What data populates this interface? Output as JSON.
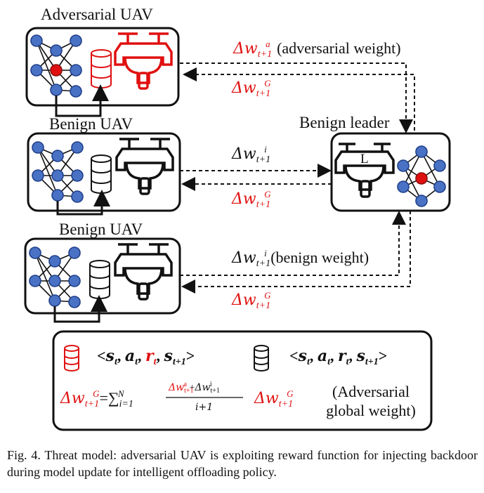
{
  "labels": {
    "adversarial_uav": "Adversarial UAV",
    "benign_uav_1": "Benign UAV",
    "benign_uav_2": "Benign UAV",
    "benign_leader": "Benign leader",
    "leader_marker": "L"
  },
  "arrows": {
    "top_right": "(adversarial weight)",
    "mid_right": "(benign weight)"
  },
  "legend": {
    "tuple": [
      "<",
      "s",
      "t",
      ",",
      "a",
      "t",
      ",",
      "r",
      "t",
      ",",
      "s",
      "t+1",
      ">"
    ],
    "adversarial_global_weight": "(Adversarial global weight)"
  },
  "caption": {
    "text": "Fig. 4.    Threat model: adversarial UAV is exploiting reward function for injecting backdoor during model update for intelligent offloading policy."
  },
  "colors": {
    "adversarial": "#e01010",
    "node_fill": "#4a72c4",
    "node_stroke": "#1f3f8a"
  }
}
